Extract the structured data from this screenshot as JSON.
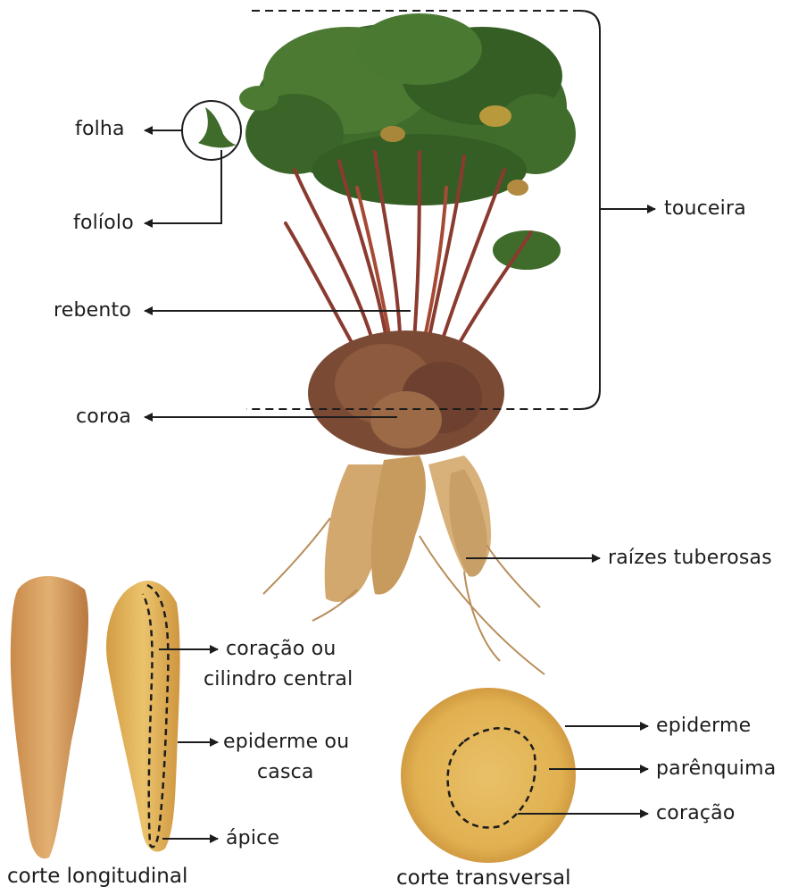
{
  "labels": {
    "folha": "folha",
    "foliolo": "folíolo",
    "rebento": "rebento",
    "coroa": "coroa",
    "touceira": "touceira",
    "raizes": "raízes tuberosas",
    "coracao_cilindro_1": "coração ou",
    "coracao_cilindro_2": "cilindro central",
    "epiderme_casca_1": "epiderme ou",
    "epiderme_casca_2": "casca",
    "apice": "ápice",
    "epiderme": "epiderme",
    "parenquima": "parênquima",
    "coracao": "coração"
  },
  "captions": {
    "longitudinal": "corte longitudinal",
    "transversal": "corte transversal"
  },
  "colors": {
    "foliage": "#3d6a2a",
    "stem": "#8a3a2e",
    "root": "#d9b27a",
    "pulp": "#e7bd5c",
    "line": "#1c1c1c"
  }
}
